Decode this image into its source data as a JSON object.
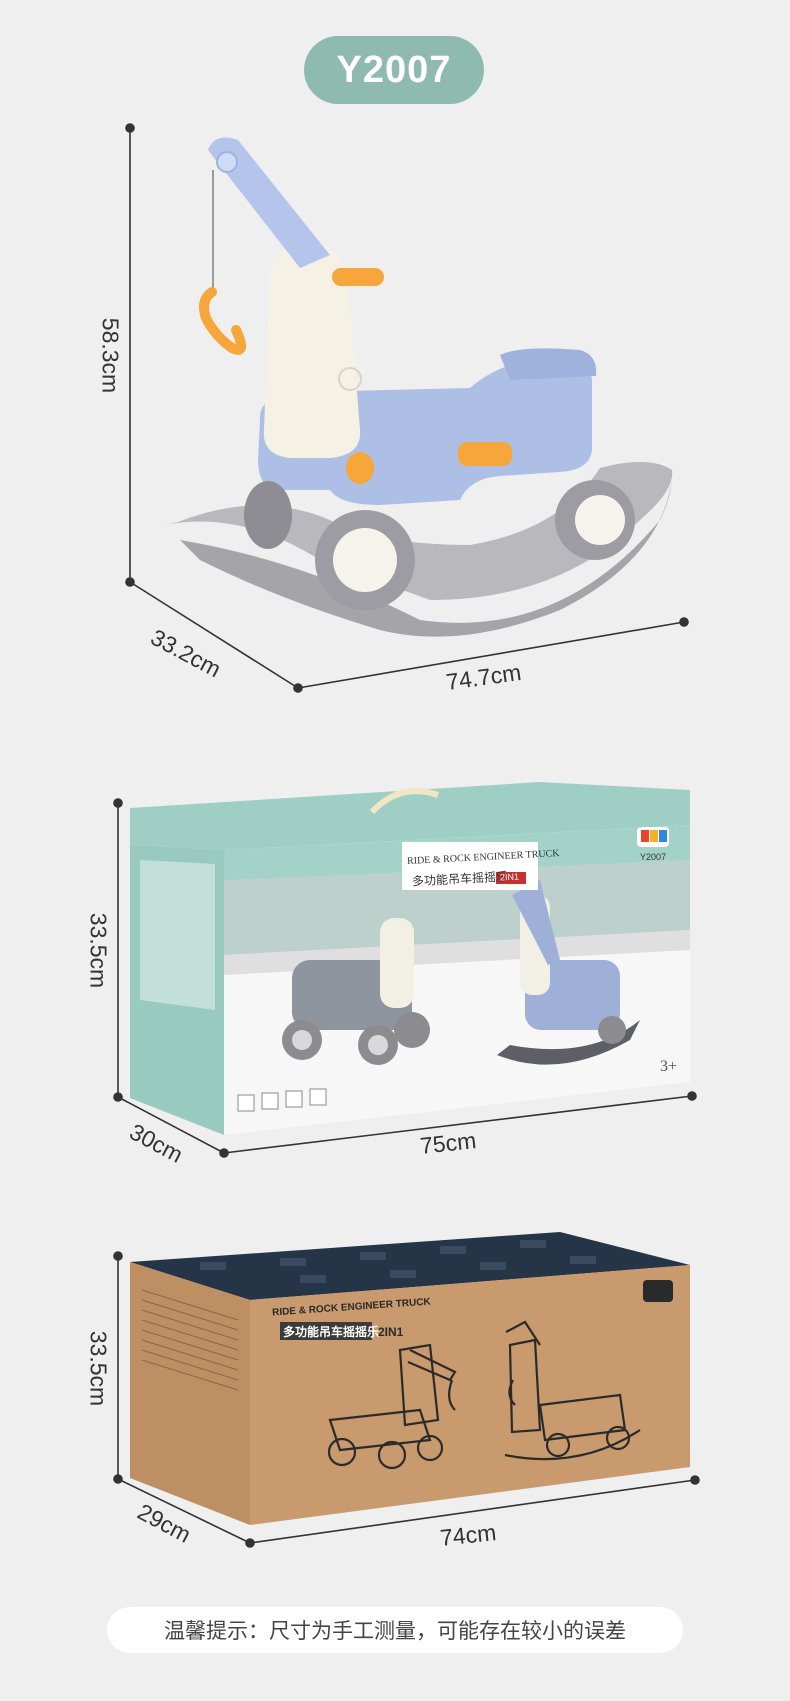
{
  "model": "Y2007",
  "product": {
    "height": "58.3cm",
    "depth": "33.2cm",
    "width": "74.7cm"
  },
  "color_box": {
    "height": "33.5cm",
    "depth": "30cm",
    "width": "75cm",
    "title_en": "RIDE & ROCK ENGINEER TRUCK",
    "title_cn": "多功能吊车摇摇乐",
    "badge": "2IN1",
    "brand_model": "Y2007",
    "age": "3+"
  },
  "carton": {
    "height": "33.5cm",
    "depth": "29cm",
    "width": "74cm",
    "title_en": "RIDE & ROCK ENGINEER TRUCK",
    "title_cn": "多功能吊车摇摇乐",
    "badge": "2IN1"
  },
  "note": "温馨提示：尺寸为手工测量，可能存在较小的误差",
  "colors": {
    "accent": "#8fbab0",
    "toy_blue": "#aebfe6",
    "toy_orange": "#f6a63a",
    "toy_grey": "#b9b9bd",
    "kraft": "#c89a6e",
    "carton_top": "#263447"
  }
}
